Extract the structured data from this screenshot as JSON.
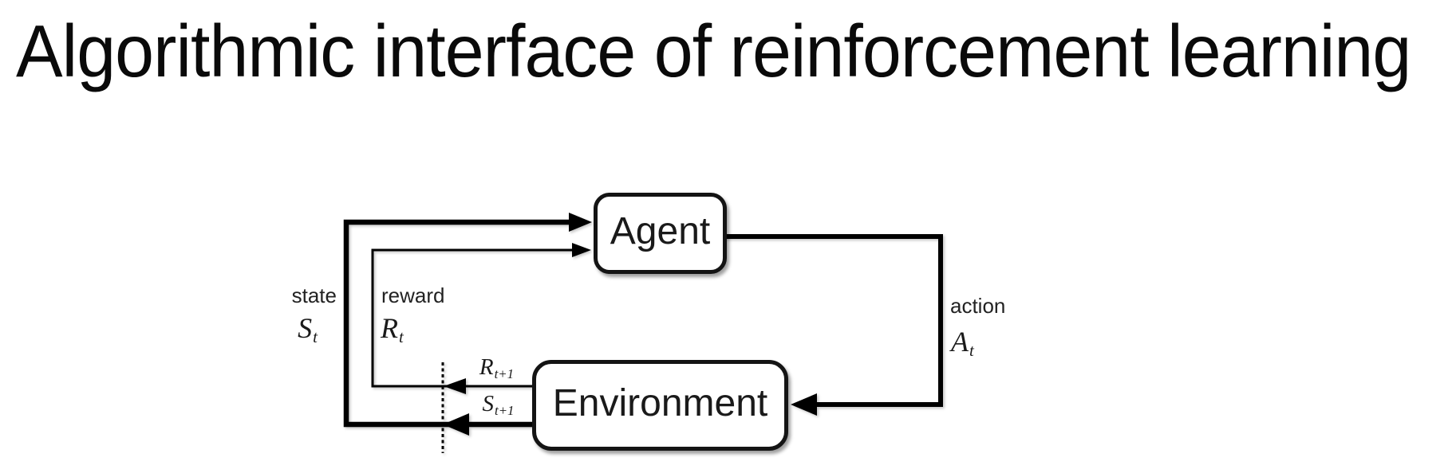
{
  "title": "Algorithmic interface of reinforcement learning",
  "diagram": {
    "agent_label": "Agent",
    "environment_label": "Environment",
    "state_word": "state",
    "state_symbol": {
      "base": "S",
      "sub": "t"
    },
    "reward_word": "reward",
    "reward_symbol": {
      "base": "R",
      "sub": "t"
    },
    "action_word": "action",
    "action_symbol": {
      "base": "A",
      "sub": "t"
    },
    "next_reward_symbol": {
      "base": "R",
      "sub": "t+1"
    },
    "next_state_symbol": {
      "base": "S",
      "sub": "t+1"
    },
    "colors": {
      "ink": "#000000",
      "background": "#ffffff"
    }
  }
}
